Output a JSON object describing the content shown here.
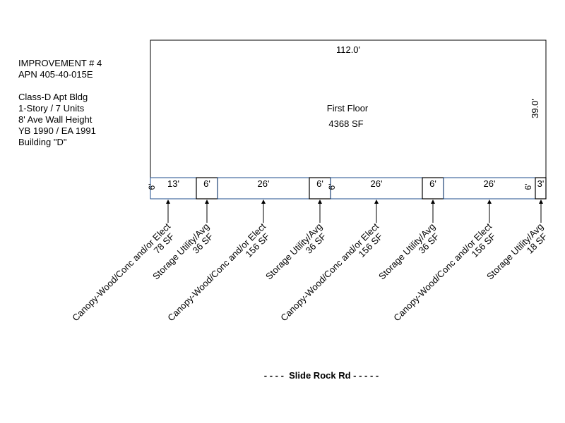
{
  "info": {
    "lines": [
      "IMPROVEMENT # 4",
      "APN 405-40-015E",
      "",
      "Class-D Apt Bldg",
      "1-Story / 7 Units",
      "8' Ave Wall Height",
      "YB 1990 / EA 1991",
      "Building \"D\""
    ]
  },
  "main": {
    "name": "First Floor",
    "area": "4368 SF",
    "width": "112.0'",
    "depth": "39.0'"
  },
  "segments": [
    {
      "kind": "canopy",
      "depth_label": "6'",
      "width_label": "13'",
      "desc": "Canopy-Wood/Conc and/or Elect",
      "area": "78 SF"
    },
    {
      "kind": "storage",
      "depth_label": "",
      "width_label": "6'",
      "desc": "Storage Utility/Avg",
      "area": "36 SF"
    },
    {
      "kind": "canopy",
      "depth_label": "",
      "width_label": "26'",
      "desc": "Canopy-Wood/Conc and/or Elect",
      "area": "156 SF"
    },
    {
      "kind": "storage",
      "depth_label": "",
      "width_label": "6'",
      "desc": "Storage Utility/Avg",
      "area": "36 SF"
    },
    {
      "kind": "canopy",
      "depth_label": "6'",
      "width_label": "26'",
      "desc": "Canopy-Wood/Conc and/or Elect",
      "area": "156 SF"
    },
    {
      "kind": "storage",
      "depth_label": "",
      "width_label": "6'",
      "desc": "Storage Utility/Avg",
      "area": "36 SF"
    },
    {
      "kind": "canopy",
      "depth_label": "6'",
      "width_label": "26'",
      "desc": "Canopy-Wood/Conc and/or Elect",
      "area": "156 SF"
    },
    {
      "kind": "storage",
      "depth_label": "",
      "width_label": "3'",
      "desc": "Storage Utility/Avg",
      "area": "18 SF"
    }
  ],
  "road": "- - - -  Slide Rock Rd - - - - -",
  "colors": {
    "line": "#000000",
    "canopy_line": "#1f4e8c"
  }
}
